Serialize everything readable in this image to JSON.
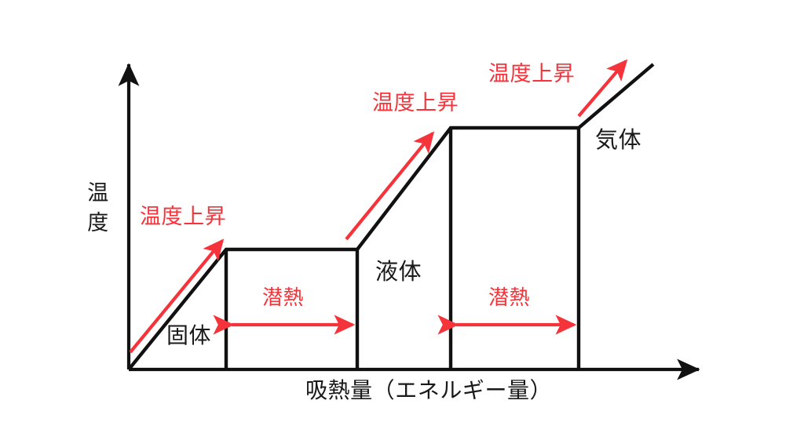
{
  "diagram": {
    "title_hidden": "",
    "background_color": "#ffffff",
    "curve_color": "#111111",
    "annotation_color": "#f5333a"
  },
  "axes": {
    "y_label": "温度",
    "x_label": "吸熱量（エネルギー量）",
    "y_axis_name": "temperature-axis",
    "x_axis_name": "heat-absorbed-axis"
  },
  "phases": [
    {
      "label": "固体",
      "name": "phase-label-solid"
    },
    {
      "label": "液体",
      "name": "phase-label-liquid"
    },
    {
      "label": "気体",
      "name": "phase-label-gas"
    }
  ],
  "annotations": {
    "temperature_rise": "温度上昇",
    "latent_heat": "潜熱",
    "rise_1": "温度上昇",
    "rise_2": "温度上昇",
    "rise_3": "温度上昇",
    "latent_1": "潜熱",
    "latent_2": "潜熱"
  },
  "chart_data": {
    "type": "line",
    "title": "",
    "xlabel": "吸熱量（エネルギー量）",
    "ylabel": "温度",
    "grid": false,
    "legend": "none",
    "axis_ticks": [],
    "description_segments": [
      {
        "segment": "solid-heating",
        "phase": "固体",
        "behavior": "温度上昇",
        "slope": "rising"
      },
      {
        "segment": "melting-plateau",
        "phase": "固体→液体",
        "behavior": "潜熱",
        "slope": "flat"
      },
      {
        "segment": "liquid-heating",
        "phase": "液体",
        "behavior": "温度上昇",
        "slope": "rising"
      },
      {
        "segment": "boiling-plateau",
        "phase": "液体→気体",
        "behavior": "潜熱",
        "slope": "flat"
      },
      {
        "segment": "gas-heating",
        "phase": "気体",
        "behavior": "温度上昇",
        "slope": "rising"
      }
    ],
    "x": [
      0,
      1,
      2,
      3,
      4,
      5
    ],
    "y": [
      0,
      2.2,
      2.2,
      4.3,
      4.3,
      5.6
    ],
    "ylim": [
      0,
      6
    ],
    "xlim": [
      0,
      5.8
    ]
  }
}
